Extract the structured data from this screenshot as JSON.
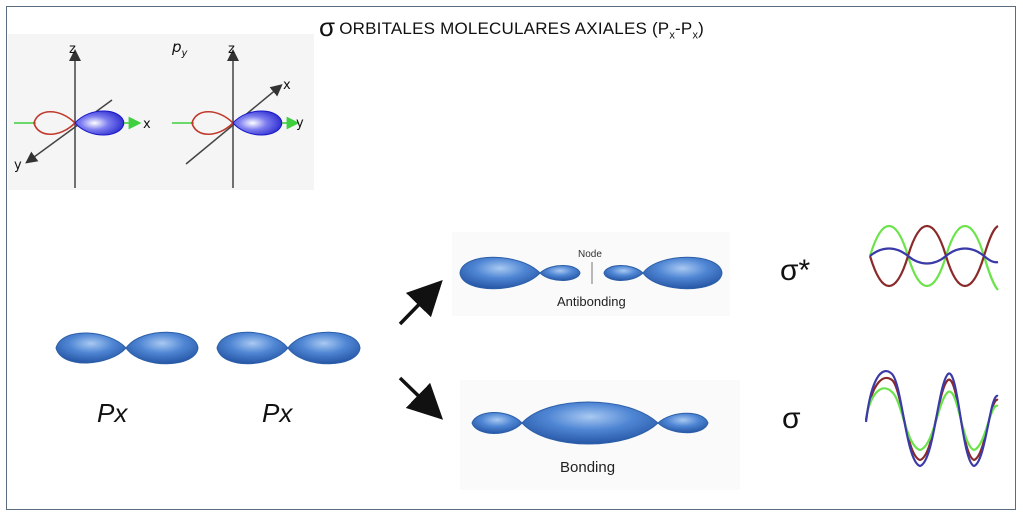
{
  "title": {
    "sigma": "σ",
    "text": "ORBITALES MOLECULARES AXIALES (P",
    "sub1": "x",
    "dash": "-P",
    "sub2": "x",
    "close": ")"
  },
  "axes_panel": {
    "left": {
      "z": "z",
      "x": "x",
      "y": "y"
    },
    "right": {
      "label": "p",
      "label_sub": "y",
      "z": "z",
      "x": "x",
      "y": "y"
    }
  },
  "atomic_orbitals": [
    "Px",
    "Px"
  ],
  "antibonding": {
    "node_label": "Node",
    "caption": "Antibonding",
    "symbol": "σ*"
  },
  "bonding": {
    "caption": "Bonding",
    "symbol": "σ"
  },
  "colors": {
    "lobe_blue": "#3f78c9",
    "axis_green": "#3fcf3f",
    "wave_green": "#6be34a",
    "wave_red": "#8a2a2a",
    "wave_blue": "#3a3aa8",
    "frame": "#5a6b80"
  }
}
